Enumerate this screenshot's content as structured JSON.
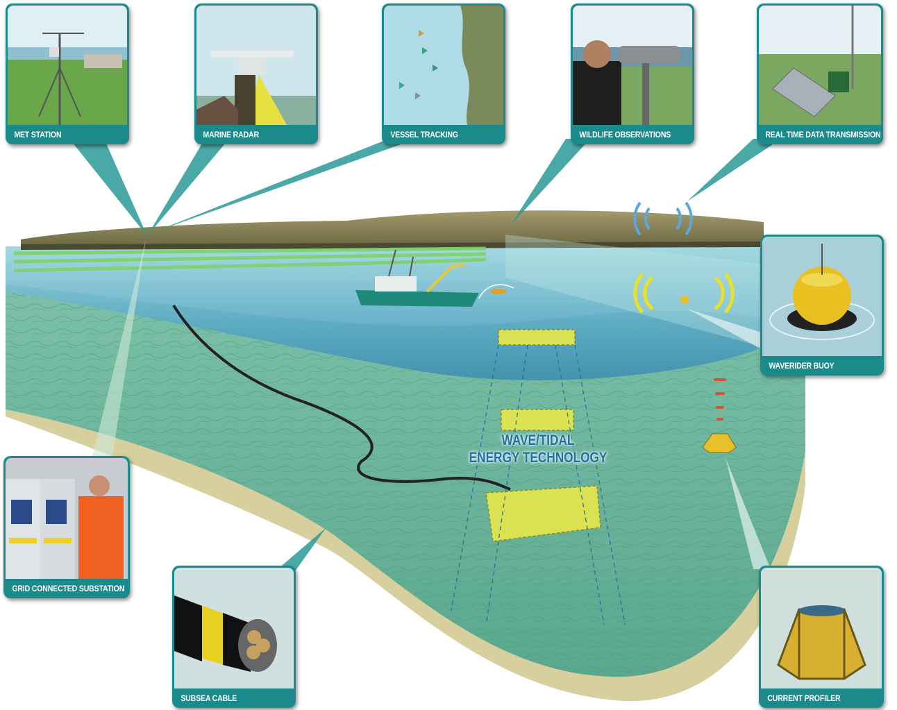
{
  "cards": {
    "met_station": "MET STATION",
    "marine_radar": "MARINE RADAR",
    "vessel_tracking": "VESSEL TRACKING",
    "wildlife_observations": "WILDLIFE OBSERVATIONS",
    "real_time_data_transmission": "REAL TIME DATA TRANSMISSION",
    "waverider_buoy": "WAVERIDER BUOY",
    "grid_connected_substation": "GRID CONNECTED SUBSTATION",
    "subsea_cable": "SUBSEA CABLE",
    "current_profiler": "CURRENT PROFILER"
  },
  "center_label": {
    "line1": "WAVE/TIDAL",
    "line2": "ENERGY TECHNOLOGY"
  },
  "colors": {
    "card_teal": "#1a8a8a",
    "sea": "#5fb3b8",
    "seabed": "#6fb8a0",
    "sand_edge": "#d9d2a0",
    "device_yellow": "#e8e84a"
  }
}
